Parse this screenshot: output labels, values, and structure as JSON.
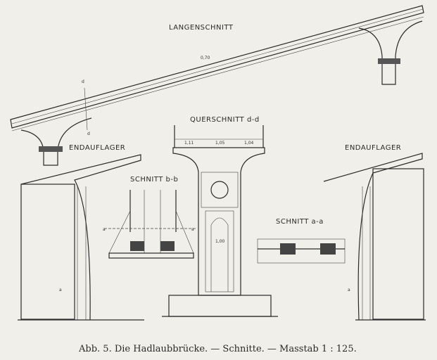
{
  "labels": {
    "longitudinal": "LANGENSCHNITT",
    "cross_section": "QUERSCHNITT d-d",
    "abutment_left": "ENDAUFLAGER",
    "abutment_right": "ENDAUFLAGER",
    "section_bb": "SCHNITT b-b",
    "section_aa": "SCHNITT a-a",
    "cut_d_top": "d",
    "cut_d_bottom": "d",
    "cut_a_left": "a",
    "cut_a_right": "a",
    "cut_a_abut_left": "a",
    "cut_a_abut_right": "a"
  },
  "dimensions": {
    "span": "0,70",
    "w1": "1,11",
    "w2": "1,05",
    "w3": "1,04",
    "pier": "1,00"
  },
  "caption": "Abb. 5.  Die Hadlaubbrücke. — Schnitte. — Masstab 1 : 125."
}
